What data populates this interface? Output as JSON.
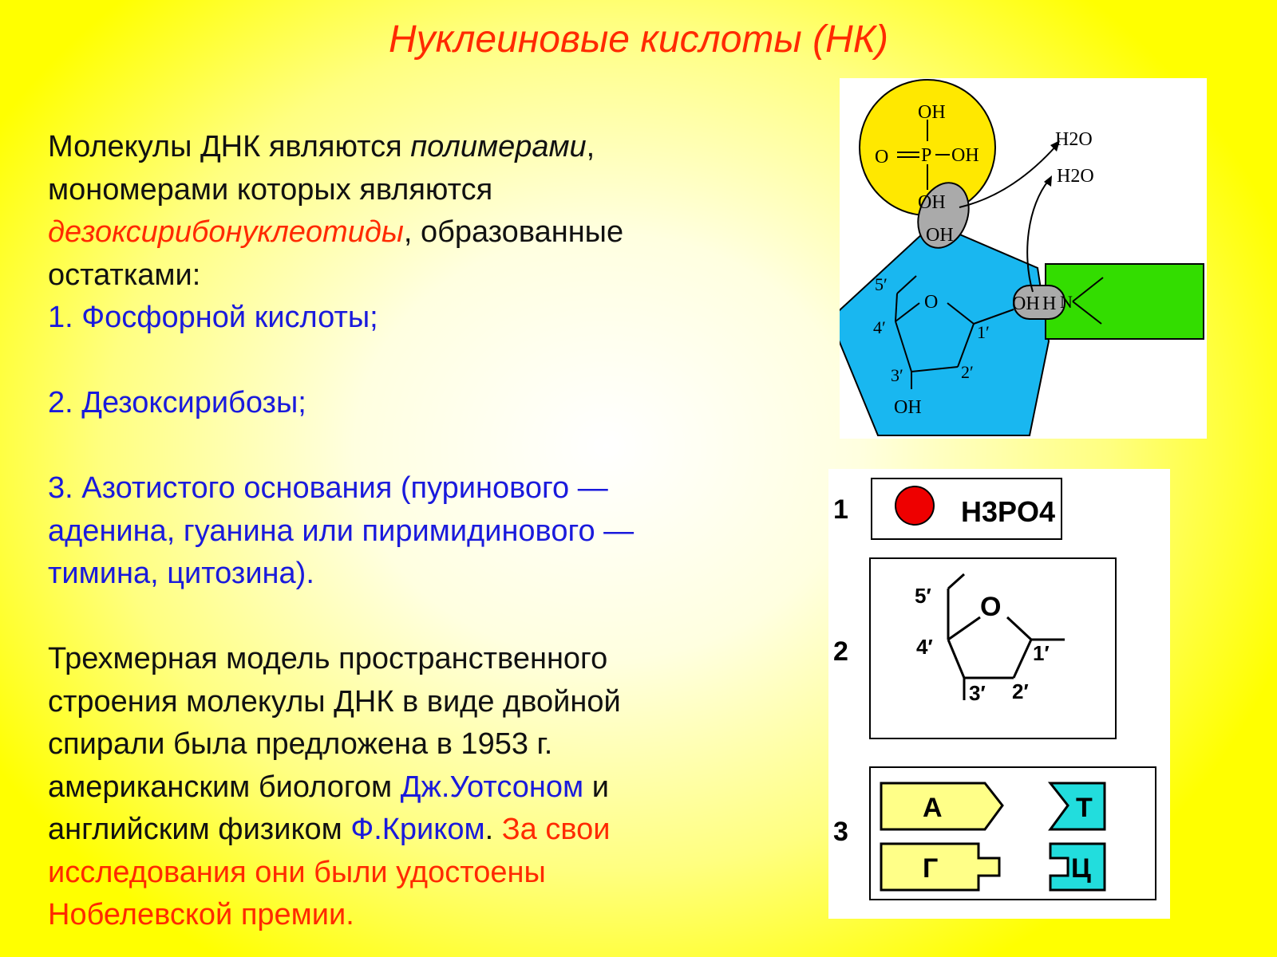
{
  "slide": {
    "title": "Нуклеиновые кислоты (НК)",
    "para1": {
      "t1": "Молекулы ДНК являются ",
      "t2": "полимерами",
      "t3": ",",
      "t4": "мономерами которых являются",
      "t5": "дезоксирибонуклеотиды",
      "t6": ", образованные",
      "t7": "остатками:"
    },
    "list": {
      "item1": "1. Фосфорной кислоты;",
      "item2": "2. Дезоксирибозы;",
      "item3_l1": "3. Азотистого основания (пуринового —",
      "item3_l2": "аденина, гуанина или пиримидинового —",
      "item3_l3": "тимина, цитозина)."
    },
    "para2": {
      "l1": "Трехмерная модель пространственного",
      "l2": "строения молекулы ДНК в виде двойной",
      "l3": "спирали была предложена в 1953 г.",
      "l4a": "американским биологом ",
      "l4b": "Дж.Уотсоном",
      "l4c": " и",
      "l5a": "английским физиком ",
      "l5b": "Ф.Криком",
      "l5c": ". ",
      "l5d": "За свои",
      "l6": "исследования они были удостоены",
      "l7": "Нобелевской премии."
    },
    "colors": {
      "title_red": "#ff2a00",
      "text_blue": "#1a1adc",
      "phosphate_yellow": "#ffe800",
      "sugar_cyan": "#19b7f0",
      "base_green": "#33dd00",
      "legend_red": "#ee0000",
      "legend_yellow": "#ffff88",
      "legend_cyan": "#22dddd"
    }
  },
  "nucleotide_diagram": {
    "phosphate": {
      "oh_top": "OH",
      "o_left": "O",
      "p": "P",
      "oh_right": "OH",
      "oh_bottom": "OH"
    },
    "sugar_oh_top": "OH",
    "water_1": "H2O",
    "water_2": "H2O",
    "sugar": {
      "c5": "5′",
      "o": "O",
      "c4": "4′",
      "c1": "1′",
      "c3": "3′",
      "c2": "2′",
      "oh_bottom": "OH"
    },
    "base_link": {
      "oh": "OH",
      "h": "H",
      "n": "N"
    }
  },
  "legend": {
    "row1": {
      "num": "1",
      "formula": "H3PO4"
    },
    "row2": {
      "num": "2",
      "c5": "5′",
      "o": "O",
      "c4": "4′",
      "c1": "1′",
      "c3": "3′",
      "c2": "2′"
    },
    "row3": {
      "num": "3",
      "a": "А",
      "g": "Г",
      "t": "Т",
      "c": "Ц"
    }
  }
}
